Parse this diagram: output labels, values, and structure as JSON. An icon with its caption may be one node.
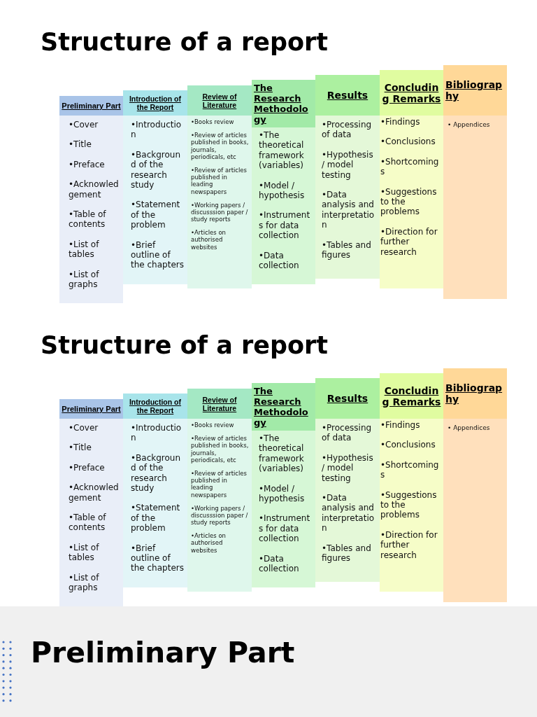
{
  "diagram": {
    "nodes": [
      {
        "text": [
          "Preliminary Part",
          "•Cover",
          "•Title",
          "•Preface",
          "•Acknowledgement",
          "•Table of contents",
          "•List of tables",
          "•List of graphs"
        ]
      },
      {
        "text": [
          "Introduction of the Report",
          "•Introduction",
          "•Background of the research study",
          "•Statement of the problem",
          "•Brief outline of the chapters"
        ]
      },
      {
        "text": [
          "Review of Literature",
          "•Books review",
          "•Review of articles published in books, journals, periodicals, etc",
          "•Review of articles published in leading newspapers",
          "•Working papers / discusssion paper / study reports",
          "•Articles on authorised websites"
        ]
      },
      {
        "text": [
          "The Research Methodology",
          "•The theoretical framework (variables)",
          "•Model / hypothesis",
          "•Instruments for data collection",
          "•Data collection"
        ]
      },
      {
        "text": [
          "Results",
          "•Processing of data",
          "•Hypothesis / model testing",
          "•Data analysis and interpretation",
          "•Tables and figures"
        ]
      },
      {
        "text": [
          "Concluding Remarks",
          "•Findings",
          "•Conclusions",
          "•Shortcomings",
          "•Suggestions to the problems",
          "•Direction for further research"
        ]
      },
      {
        "text": [
          "Bibliography",
          "• Appendices"
        ]
      },
      {
        "text": [
          "Preliminary Part",
          "•Cover",
          "•Title",
          "•Preface",
          "•Acknowledgement",
          "•Table of contents",
          "•List of tables",
          "•List of graphs"
        ]
      },
      {
        "text": [
          "Introduction of the Report",
          "•Introduction",
          "•Background of the research study",
          "•Statement of the problem",
          "•Brief outline of the chapters"
        ]
      },
      {
        "text": [
          "Review of Literature",
          "•Books review",
          "•Review of articles published in books, journals, periodicals, etc",
          "•Review of articles published in leading newspapers",
          "•Working papers / discusssion paper / study reports",
          "•Articles on authorised websites"
        ]
      },
      {
        "text": [
          "The Research Methodology",
          "•The theoretical framework (variables)",
          "•Model / hypothesis",
          "•Instruments for data collection",
          "•Data collection"
        ]
      },
      {
        "text": [
          "Results",
          "•Processing of data",
          "•Hypothesis / model testing",
          "•Data analysis and interpretation",
          "•Tables and figures"
        ]
      },
      {
        "text": [
          "Concluding Remarks",
          "•Findings",
          "•Conclusions",
          "•Shortcomings",
          "•Suggestions to the problems",
          "•Direction for further research"
        ]
      },
      {
        "text": [
          "Bibliography",
          "• Appendices"
        ]
      }
    ],
    "labels": [
      "Structure of a report",
      "Structure of a report",
      "Preliminary Part"
    ]
  }
}
